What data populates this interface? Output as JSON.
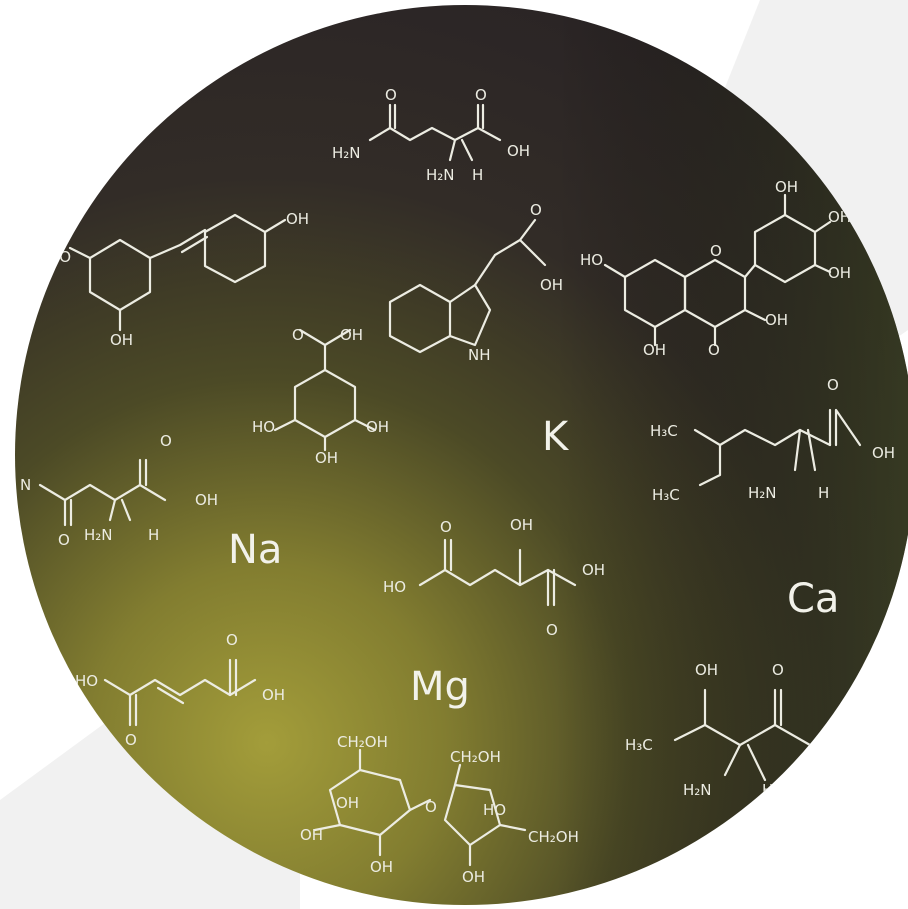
{
  "colors": {
    "background": "#ffffff",
    "corner_shape": "#f1f1f1",
    "disc_dark": "#2c2526",
    "disc_mid": "#3d3a26",
    "disc_olive": "#8f8a32",
    "ink": "#ecece2"
  },
  "elements": {
    "potassium": "K",
    "sodium": "Na",
    "calcium": "Ca",
    "magnesium": "Mg"
  },
  "atoms": {
    "OH": "OH",
    "HO": "HO",
    "O": "O",
    "N": "N",
    "H": "H",
    "NH": "NH",
    "H2N": "H₂N",
    "H3C": "H₃C",
    "CH2OH": "CH₂OH"
  }
}
